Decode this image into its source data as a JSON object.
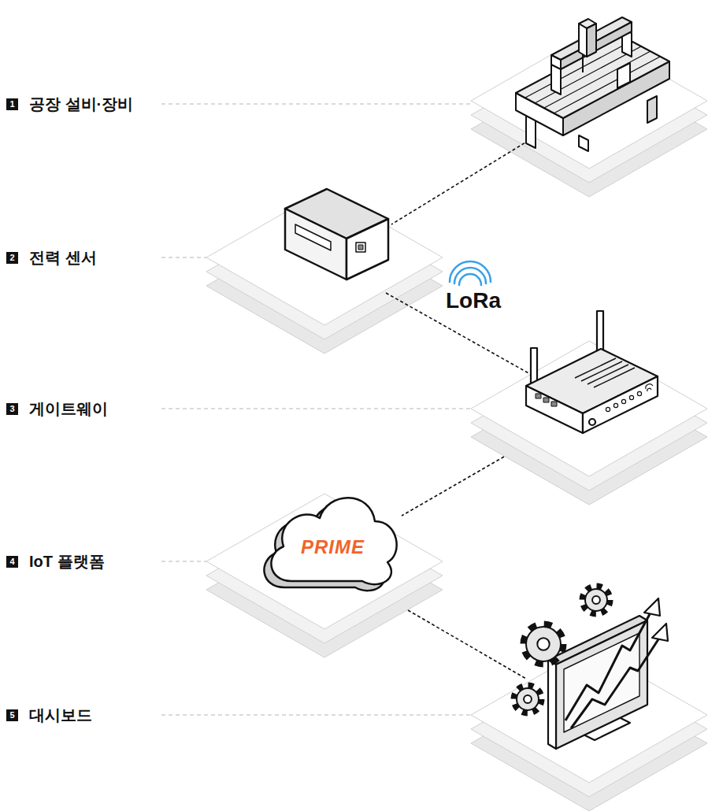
{
  "diagram": {
    "nodes": [
      {
        "text": [
          "1",
          "공장 설비·장비"
        ]
      },
      {
        "text": [
          "2",
          "전력 센서"
        ]
      },
      {
        "text": [
          "3",
          "게이트웨이"
        ]
      },
      {
        "text": [
          "4",
          "IoT 플랫폼"
        ]
      },
      {
        "text": [
          "5",
          "대시보드"
        ]
      },
      {
        "text": [
          "PRIME"
        ]
      }
    ],
    "labels": [
      "LoRa"
    ]
  }
}
